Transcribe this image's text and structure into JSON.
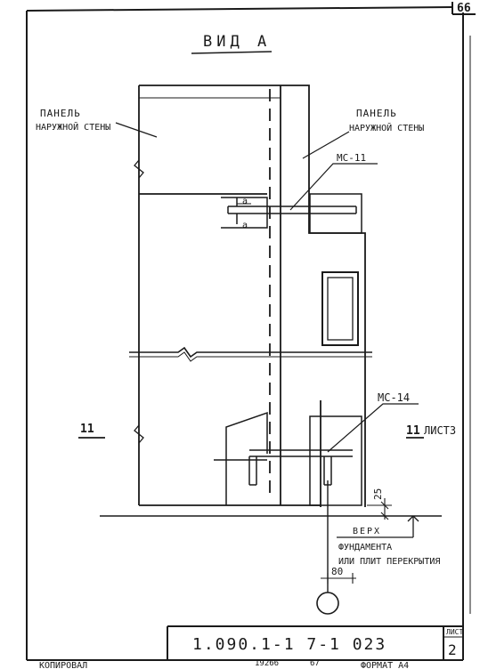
{
  "sheet": {
    "page_no": "66",
    "list_label": "ЛИСТ",
    "list_no": "2",
    "doc_code": "1.090.1-1 7-1 023",
    "footer_left": "КОПИРОВАЛ",
    "footer_num1": "19266",
    "footer_num2": "67",
    "footer_format": "ФОРМАТ А4"
  },
  "drawing": {
    "title": "ВИД А",
    "panel_left_l1": "ПАНЕЛЬ",
    "panel_left_l2": "НАРУЖНОЙ СТЕНЫ",
    "panel_right_l1": "ПАНЕЛЬ",
    "panel_right_l2": "НАРУЖНОЙ СТЕНЫ",
    "ms11": "МС-11",
    "ms14": "МС-14",
    "section_a_top": "а",
    "section_a_bottom": "а",
    "section_left_mark": "11",
    "section_right_mark": "11",
    "section_right_ref": "ЛИСТ3",
    "dim_25": "25",
    "dim_80": "80",
    "level_l1": "ВЕРХ",
    "level_l2": "ФУНДАМЕНТА",
    "level_l3": "ИЛИ ПЛИТ ПЕРЕКРЫТИЯ"
  }
}
